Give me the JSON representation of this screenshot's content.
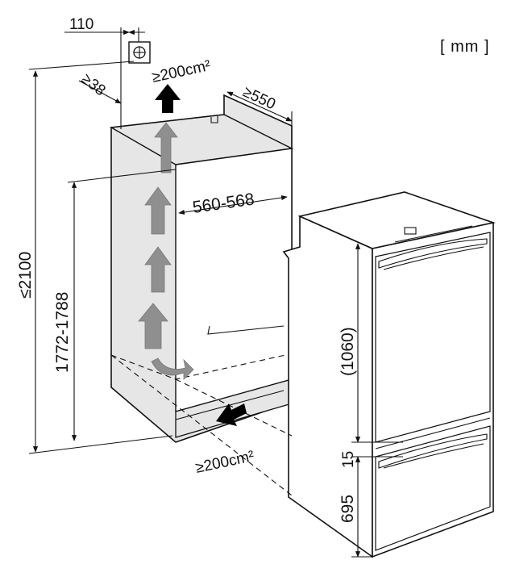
{
  "unit_label": "[ mm ]",
  "dimensions": {
    "left_offset": "110",
    "top_gap": "≥38",
    "depth": "≥550",
    "niche_width": "560-568",
    "total_height": "≤2100",
    "niche_height": "1772-1788",
    "upper_door": "(1060)",
    "door_gap": "15",
    "lower_door": "695"
  },
  "vent_areas": {
    "top": "≥200cm²",
    "bottom": "≥200cm²"
  },
  "colors": {
    "line": "#111111",
    "cabinet_fill": "#e6e6e6",
    "airflow_arrow": "#8f8f8f",
    "vent_arrow": "#000000"
  }
}
